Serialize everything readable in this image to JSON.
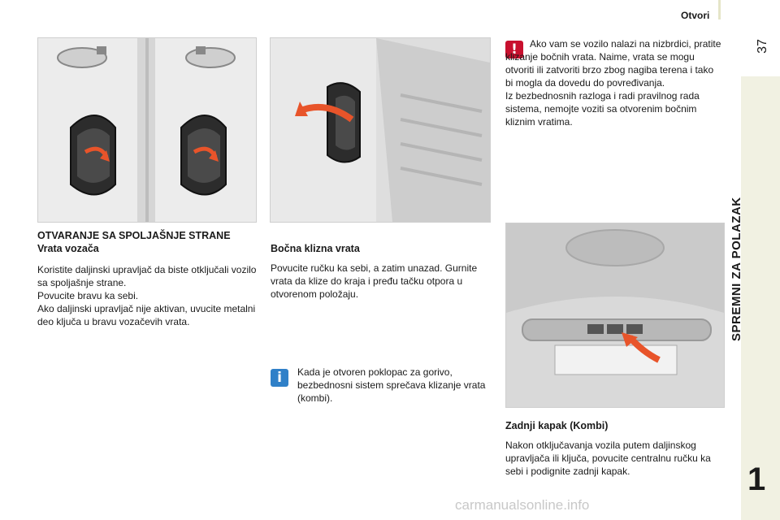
{
  "header": {
    "section": "Otvori",
    "page_number": "37"
  },
  "sidebar": {
    "chapter_title": "SPREMNI ZA POLAZAK",
    "chapter_number": "1"
  },
  "col1": {
    "heading": "OTVARANJE SA SPOLJAŠNJE STRANE",
    "subheading": "Vrata vozača",
    "paragraphs": [
      "Koristite daljinski upravljač da biste otključali vozilo sa spoljašnje strane.",
      "Povucite bravu ka sebi.",
      "Ako daljinski upravljač nije aktivan, uvucite metalni deo ključa u bravu vozačevih vrata."
    ]
  },
  "col2": {
    "heading": "Bočna klizna vrata",
    "paragraph": "Povucite ručku ka sebi, a zatim unazad. Gurnite vrata da klize do kraja i pređu tačku otpora u otvorenom položaju.",
    "info_note": "Kada je otvoren poklopac za gorivo, bezbednosni sistem sprečava klizanje vrata (kombi).",
    "info_icon": "i"
  },
  "col3": {
    "warning_icon": "!",
    "warning_paragraphs": [
      "Ako vam se vozilo nalazi na nizbrdici, pratite klizanje bočnih vrata. Naime, vrata se mogu otvoriti ili zatvoriti brzo zbog nagiba terena i tako bi mogla da dovedu do povređivanja.",
      "Iz bezbednosnih razloga i radi pravilnog rada sistema, nemojte voziti sa otvorenim bočnim kliznim vratima."
    ],
    "heading": "Zadnji kapak (Kombi)",
    "paragraph": "Nakon otključavanja vozila putem daljinskog upravljača ili ključa, povucite centralnu ručku ka sebi i podignite zadnji kapak."
  },
  "watermark": "carmanualsonline.info",
  "colors": {
    "warning": "#c8102e",
    "info": "#2f80c8",
    "arrow": "#e8542a",
    "sidebar": "#f1f1e2"
  }
}
